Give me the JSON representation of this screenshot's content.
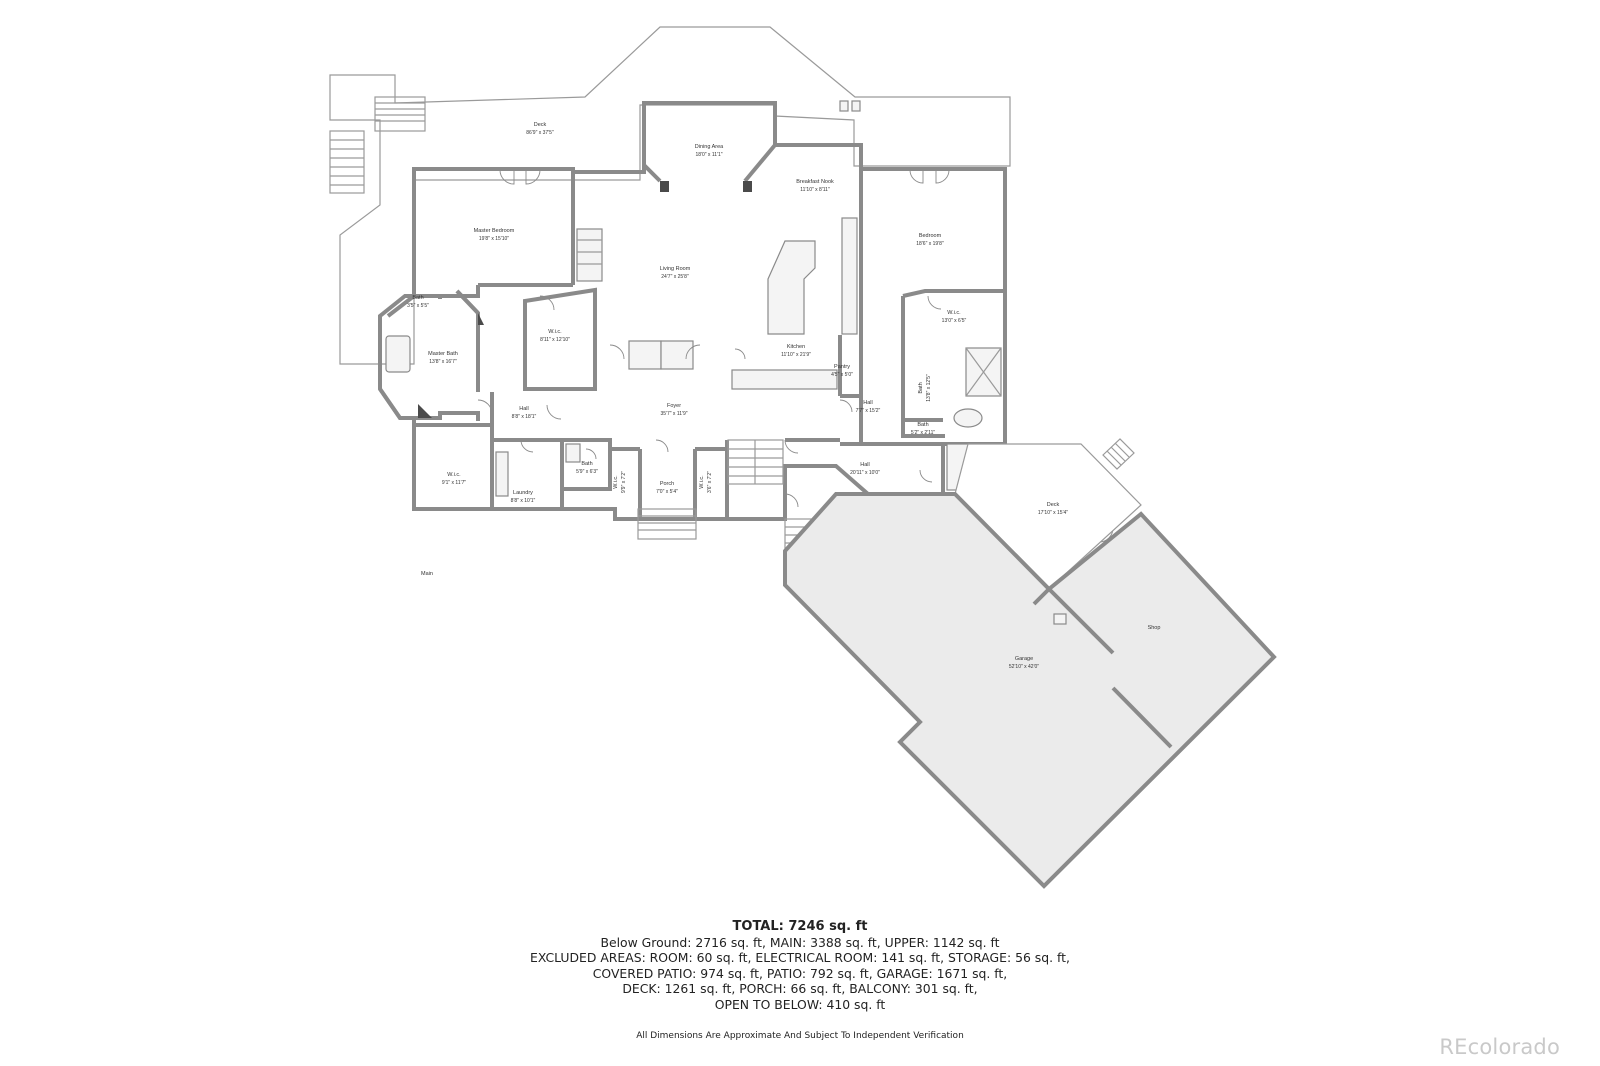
{
  "floor_label": "Main",
  "rooms": {
    "deck_top": {
      "name": "Deck",
      "dim": "86'9\" x 37'5\""
    },
    "dining": {
      "name": "Dining Area",
      "dim": "18'0\" x 11'1\""
    },
    "breakfast": {
      "name": "Breakfast Nook",
      "dim": "11'10\" x 8'11\""
    },
    "master_bed": {
      "name": "Master Bedroom",
      "dim": "19'8\" x 15'10\""
    },
    "living": {
      "name": "Living Room",
      "dim": "24'7\" x 25'8\""
    },
    "bedroom": {
      "name": "Bedroom",
      "dim": "18'6\" x 19'8\""
    },
    "bath_small": {
      "name": "Bath",
      "dim": "3'5\" x 5'5\""
    },
    "wic_bedroom": {
      "name": "W.i.c.",
      "dim": "13'0\" x 6'5\""
    },
    "wic_living": {
      "name": "W.i.c.",
      "dim": "8'11\" x 12'10\""
    },
    "master_bath": {
      "name": "Master Bath",
      "dim": "13'8\" x 16'7\""
    },
    "kitchen": {
      "name": "Kitchen",
      "dim": "11'10\" x 21'9\""
    },
    "pantry": {
      "name": "Pantry",
      "dim": "4'5\" x 5'0\""
    },
    "bath_right": {
      "name": "Bath",
      "dim": "13'8\" x 12'5\""
    },
    "hall_left": {
      "name": "Hall",
      "dim": "8'8\" x 18'1\""
    },
    "foyer": {
      "name": "Foyer",
      "dim": "35'7\" x 11'9\""
    },
    "hall_right": {
      "name": "Hall",
      "dim": "7'7\" x 15'2\""
    },
    "bath_tiny": {
      "name": "Bath",
      "dim": "5'2\" x 2'11\""
    },
    "hall_lower": {
      "name": "Hall",
      "dim": "20'11\" x 10'0\""
    },
    "bath_mid": {
      "name": "Bath",
      "dim": "5'9\" x 6'3\""
    },
    "wic_lower_left": {
      "name": "W.i.c.",
      "dim": "9'1\" x 11'7\""
    },
    "wic_mid_a": {
      "name": "W.i.c.",
      "dim": "9'9\" x 7'2\""
    },
    "wic_mid_b": {
      "name": "W.i.c.",
      "dim": "3'6\" x 7'2\""
    },
    "porch": {
      "name": "Porch",
      "dim": "7'0\" x 5'4\""
    },
    "laundry": {
      "name": "Laundry",
      "dim": "8'8\" x 10'1\""
    },
    "deck_right": {
      "name": "Deck",
      "dim": "17'10\" x 15'4\""
    },
    "shop": {
      "name": "Shop",
      "dim": ""
    },
    "garage": {
      "name": "Garage",
      "dim": "52'10\" x 42'0\""
    }
  },
  "summary": {
    "total": "TOTAL: 7246 sq. ft",
    "line1": "Below Ground: 2716 sq. ft, MAIN: 3388 sq. ft, UPPER: 1142 sq. ft",
    "line2": "EXCLUDED AREAS: ROOM: 60 sq. ft, ELECTRICAL ROOM: 141 sq. ft, STORAGE: 56 sq. ft,",
    "line3": "COVERED PATIO: 974 sq. ft, PATIO: 792 sq. ft, GARAGE: 1671 sq. ft,",
    "line4": "DECK: 1261 sq. ft, PORCH: 66 sq. ft, BALCONY: 301 sq. ft,",
    "line5": "OPEN TO BELOW: 410 sq. ft"
  },
  "disclaimer": "All Dimensions Are Approximate And Subject To Independent Verification",
  "watermark": "REcolorado"
}
